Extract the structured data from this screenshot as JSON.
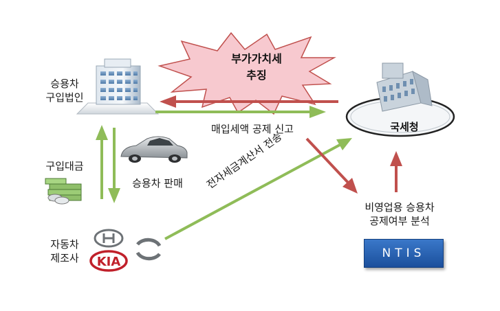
{
  "nodes": {
    "corp_label": "승용차\n구입법인",
    "nts_label": "국세청",
    "manufacturer_label": "자동차\n제조사",
    "ntis_label": "NTIS",
    "kia_logo_text": "KIA"
  },
  "burst": {
    "text": "부가가치세\n추징"
  },
  "edges": {
    "vat_report": "매입세액 공제 신고",
    "purchase_payment": "구입대금",
    "car_sale": "승용차 판매",
    "e_invoice": "전자세금계산서 전송",
    "non_business": "비영업용 승용차\n공제여부 분석"
  },
  "colors": {
    "red_arrow": "#c0504d",
    "green_arrow": "#8fbc58",
    "burst_fill": "#f7c9cf",
    "burst_stroke": "#c0504d",
    "ntis_fill": "#2a63b4"
  },
  "icons": [
    "building-icon",
    "nts-building-icon",
    "car-icon",
    "money-icon",
    "hyundai-logo-icon",
    "kia-logo-icon",
    "ssangyong-logo-icon"
  ]
}
